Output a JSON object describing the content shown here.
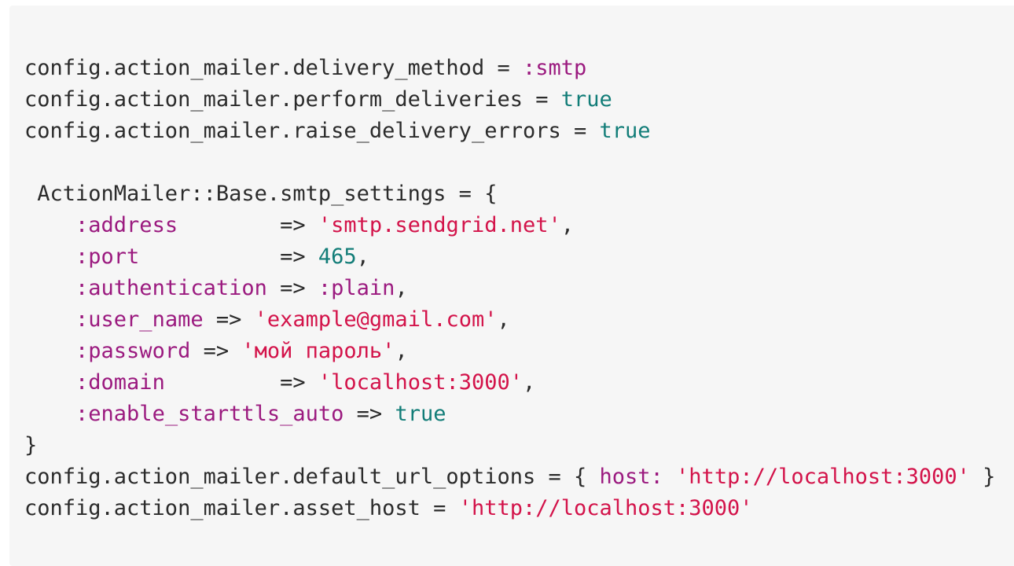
{
  "colors": {
    "background": "#f6f6f6",
    "plain": "#2b2b2b",
    "symbol": "#9b1a7f",
    "string": "#d3134a",
    "literal": "#127d78"
  },
  "code": {
    "lines": [
      {
        "tokens": [
          {
            "t": "config.action_mailer.delivery_method = ",
            "c": "plain"
          },
          {
            "t": ":smtp",
            "c": "sym"
          }
        ]
      },
      {
        "tokens": [
          {
            "t": "config.action_mailer.perform_deliveries = ",
            "c": "plain"
          },
          {
            "t": "true",
            "c": "kw"
          }
        ]
      },
      {
        "tokens": [
          {
            "t": "config.action_mailer.raise_delivery_errors = ",
            "c": "plain"
          },
          {
            "t": "true",
            "c": "kw"
          }
        ]
      },
      {
        "tokens": []
      },
      {
        "tokens": [
          {
            "t": " ActionMailer::Base.smtp_settings = {",
            "c": "plain"
          }
        ]
      },
      {
        "tokens": [
          {
            "t": "    ",
            "c": "plain"
          },
          {
            "t": ":address",
            "c": "sym"
          },
          {
            "t": "        => ",
            "c": "plain"
          },
          {
            "t": "'smtp.sendgrid.net'",
            "c": "str"
          },
          {
            "t": ",",
            "c": "plain"
          }
        ]
      },
      {
        "tokens": [
          {
            "t": "    ",
            "c": "plain"
          },
          {
            "t": ":port",
            "c": "sym"
          },
          {
            "t": "           => ",
            "c": "plain"
          },
          {
            "t": "465",
            "c": "num"
          },
          {
            "t": ",",
            "c": "plain"
          }
        ]
      },
      {
        "tokens": [
          {
            "t": "    ",
            "c": "plain"
          },
          {
            "t": ":authentication",
            "c": "sym"
          },
          {
            "t": " => ",
            "c": "plain"
          },
          {
            "t": ":plain",
            "c": "sym"
          },
          {
            "t": ",",
            "c": "plain"
          }
        ]
      },
      {
        "tokens": [
          {
            "t": "    ",
            "c": "plain"
          },
          {
            "t": ":user_name",
            "c": "sym"
          },
          {
            "t": " => ",
            "c": "plain"
          },
          {
            "t": "'example@gmail.com'",
            "c": "str"
          },
          {
            "t": ",",
            "c": "plain"
          }
        ]
      },
      {
        "tokens": [
          {
            "t": "    ",
            "c": "plain"
          },
          {
            "t": ":password",
            "c": "sym"
          },
          {
            "t": " => ",
            "c": "plain"
          },
          {
            "t": "'мой пароль'",
            "c": "str"
          },
          {
            "t": ",",
            "c": "plain"
          }
        ]
      },
      {
        "tokens": [
          {
            "t": "    ",
            "c": "plain"
          },
          {
            "t": ":domain",
            "c": "sym"
          },
          {
            "t": "         => ",
            "c": "plain"
          },
          {
            "t": "'localhost:3000'",
            "c": "str"
          },
          {
            "t": ",",
            "c": "plain"
          }
        ]
      },
      {
        "tokens": [
          {
            "t": "    ",
            "c": "plain"
          },
          {
            "t": ":enable_starttls_auto",
            "c": "sym"
          },
          {
            "t": " => ",
            "c": "plain"
          },
          {
            "t": "true",
            "c": "kw"
          }
        ]
      },
      {
        "tokens": [
          {
            "t": "}",
            "c": "plain"
          }
        ]
      },
      {
        "tokens": [
          {
            "t": "config.action_mailer.default_url_options = { ",
            "c": "plain"
          },
          {
            "t": "host:",
            "c": "sym"
          },
          {
            "t": " ",
            "c": "plain"
          },
          {
            "t": "'http://localhost:3000'",
            "c": "str"
          },
          {
            "t": " }",
            "c": "plain"
          }
        ]
      },
      {
        "tokens": [
          {
            "t": "config.action_mailer.asset_host = ",
            "c": "plain"
          },
          {
            "t": "'http://localhost:3000'",
            "c": "str"
          }
        ]
      }
    ]
  }
}
